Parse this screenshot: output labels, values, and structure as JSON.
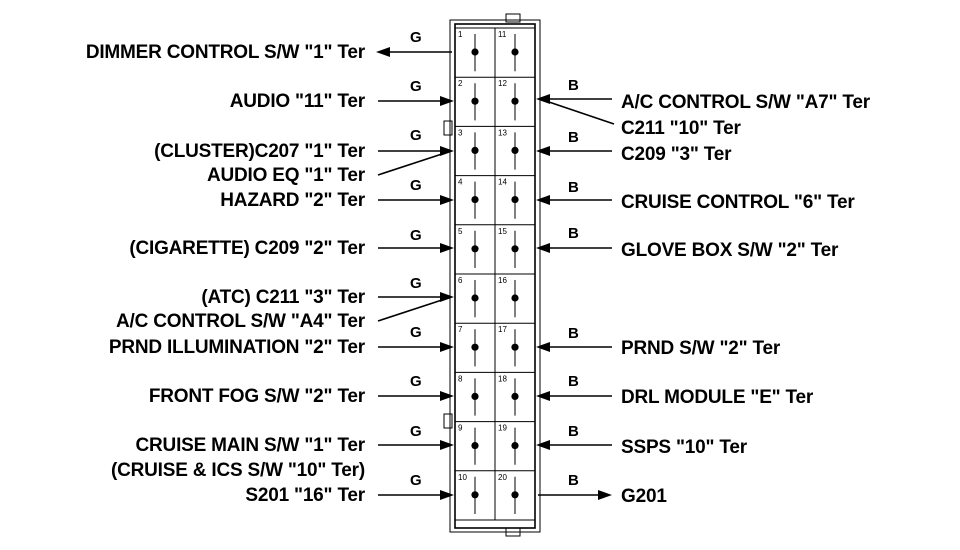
{
  "connector": {
    "pins_left": [
      "1",
      "2",
      "3",
      "4",
      "5",
      "6",
      "7",
      "8",
      "9",
      "10"
    ],
    "pins_right": [
      "11",
      "12",
      "13",
      "14",
      "15",
      "16",
      "17",
      "18",
      "19",
      "20"
    ]
  },
  "left_labels": [
    {
      "text": "DIMMER CONTROL S/W \"1\" Ter",
      "wire": "G",
      "dir": "out"
    },
    {
      "text": "AUDIO \"11\" Ter",
      "wire": "G",
      "dir": "in"
    },
    {
      "text": "(CLUSTER)C207 \"1\" Ter",
      "wire": "G",
      "dir": "in"
    },
    {
      "text": "AUDIO EQ \"1\" Ter",
      "wire": "",
      "dir": "in"
    },
    {
      "text": "HAZARD \"2\" Ter",
      "wire": "G",
      "dir": "in"
    },
    {
      "text": "(CIGARETTE) C209 \"2\" Ter",
      "wire": "G",
      "dir": "in"
    },
    {
      "text": "(ATC) C211 \"3\" Ter",
      "wire": "G",
      "dir": "in"
    },
    {
      "text": "A/C CONTROL S/W \"A4\" Ter",
      "wire": "",
      "dir": "in"
    },
    {
      "text": "PRND ILLUMINATION \"2\" Ter",
      "wire": "G",
      "dir": "in"
    },
    {
      "text": "FRONT FOG S/W \"2\" Ter",
      "wire": "G",
      "dir": "in"
    },
    {
      "text": "CRUISE MAIN S/W \"1\" Ter",
      "wire": "G",
      "dir": "in"
    },
    {
      "text": "(CRUISE & ICS S/W \"10\" Ter)",
      "wire": "",
      "dir": "in"
    },
    {
      "text": "S201 \"16\" Ter",
      "wire": "G",
      "dir": "in"
    }
  ],
  "right_labels": [
    {
      "text": "A/C CONTROL S/W \"A7\" Ter",
      "wire": "B",
      "dir": "in"
    },
    {
      "text": "C211 \"10\" Ter",
      "wire": "",
      "dir": "in"
    },
    {
      "text": "C209 \"3\" Ter",
      "wire": "B",
      "dir": "in"
    },
    {
      "text": "CRUISE CONTROL \"6\" Ter",
      "wire": "B",
      "dir": "in"
    },
    {
      "text": "GLOVE BOX S/W \"2\" Ter",
      "wire": "B",
      "dir": "in"
    },
    {
      "text": "PRND S/W \"2\" Ter",
      "wire": "B",
      "dir": "in"
    },
    {
      "text": "DRL MODULE \"E\" Ter",
      "wire": "B",
      "dir": "in"
    },
    {
      "text": "SSPS \"10\" Ter",
      "wire": "B",
      "dir": "in"
    },
    {
      "text": "G201",
      "wire": "B",
      "dir": "out"
    }
  ]
}
